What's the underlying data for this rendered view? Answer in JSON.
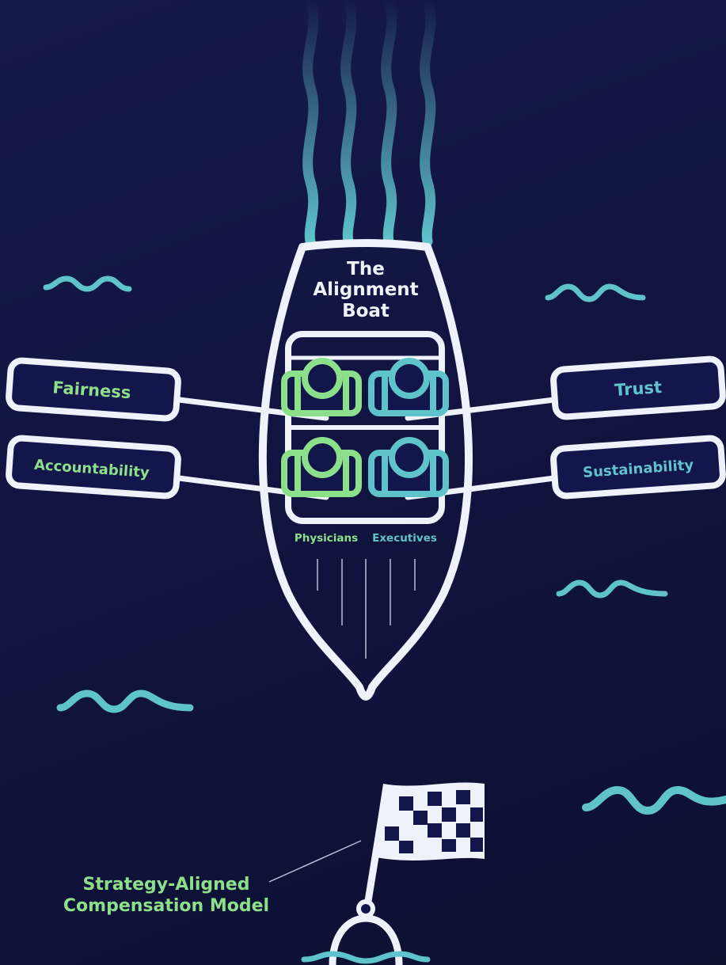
{
  "boat": {
    "title_lines": [
      "The",
      "Alignment",
      "Boat"
    ]
  },
  "groups": {
    "physicians_label": "Physicians",
    "executives_label": "Executives"
  },
  "oars": {
    "fairness": "Fairness",
    "accountability": "Accountability",
    "trust": "Trust",
    "sustainability": "Sustainability"
  },
  "goal": {
    "line1": "Strategy-Aligned",
    "line2": "Compensation Model"
  },
  "colors": {
    "background": "#12164a",
    "outline": "#eef3fb",
    "green": "#8de08a",
    "teal": "#5fc3cc"
  },
  "icons": [
    "wave-icon",
    "rower-icon",
    "checkered-flag-icon",
    "buoy-icon",
    "wake-lines"
  ]
}
